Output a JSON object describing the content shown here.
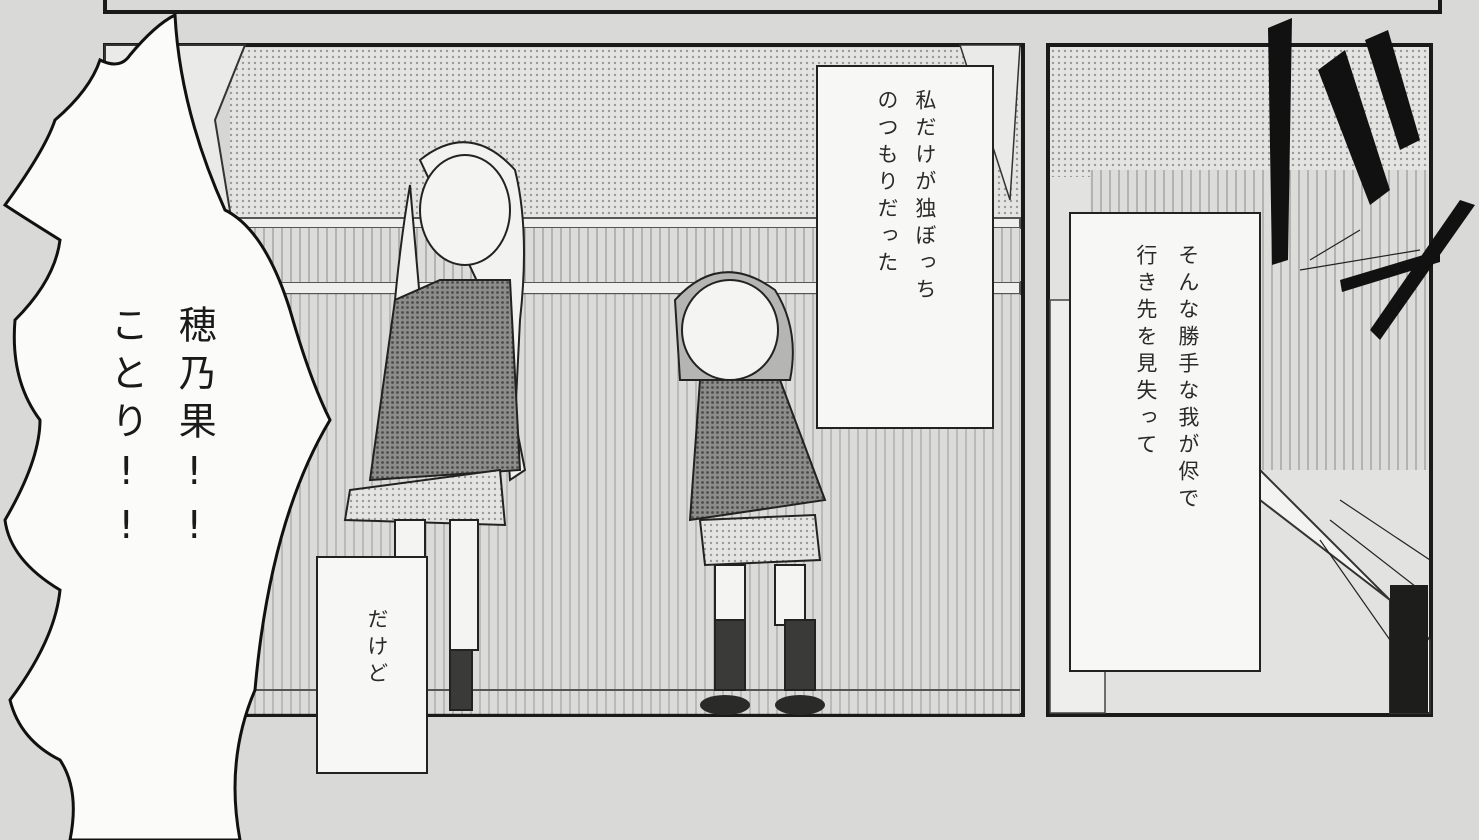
{
  "panel_left": {
    "shout_line1": "穂乃果!!",
    "shout_line2": "ことり!!"
  },
  "panel_main": {
    "caption_top_line1": "私だけが独ぼっち",
    "caption_top_line2": "のつもりだった",
    "caption_bottom": "だけど"
  },
  "panel_right": {
    "sfx": "ダッ",
    "caption_line1": "そんな勝手な我が侭で",
    "caption_line2": "行き先を見失って"
  }
}
